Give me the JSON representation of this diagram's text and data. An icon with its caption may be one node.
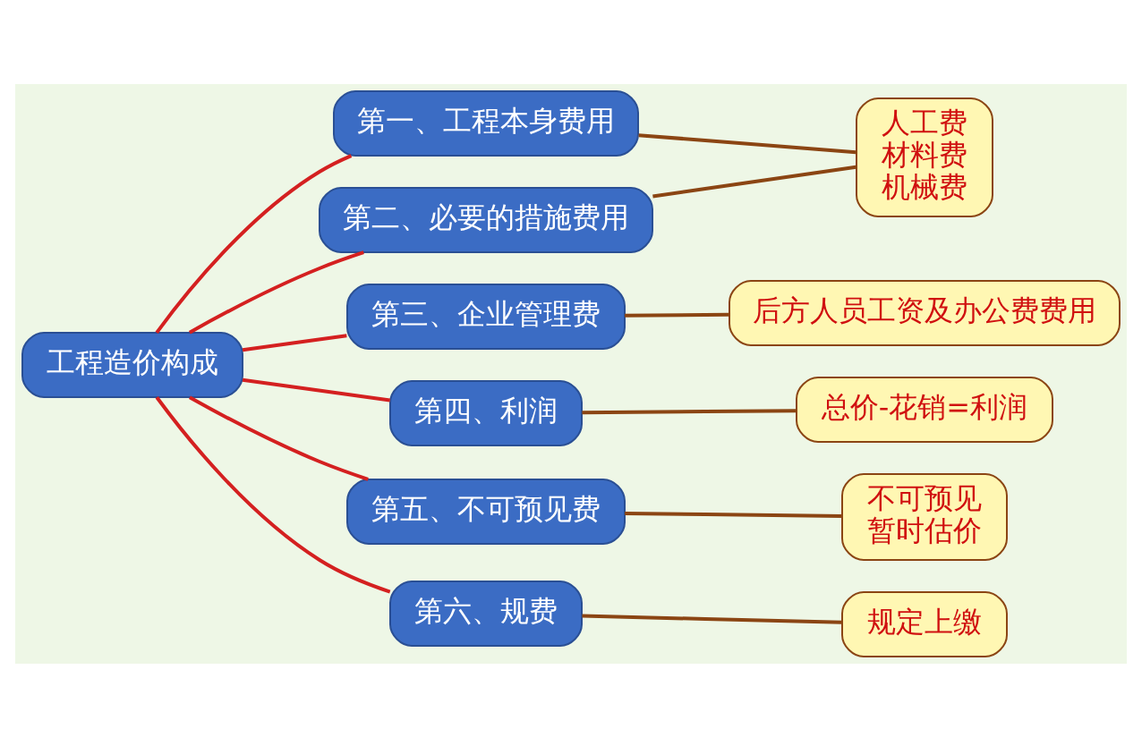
{
  "diagram": {
    "nodes": [
      {
        "text": [
          "工程造价构成"
        ]
      },
      {
        "text": [
          "第一、工程本身费用"
        ]
      },
      {
        "text": [
          "第二、必要的措施费用"
        ]
      },
      {
        "text": [
          "第三、企业管理费"
        ]
      },
      {
        "text": [
          "第四、利润"
        ]
      },
      {
        "text": [
          "第五、不可预见费"
        ]
      },
      {
        "text": [
          "第六、规费"
        ]
      },
      {
        "text": [
          "人工费",
          "材料费",
          "机械费"
        ]
      },
      {
        "text": [
          "后方人员工资及办公费费用"
        ]
      },
      {
        "text": [
          "总价-花销=利润"
        ]
      },
      {
        "text": [
          "不可预见",
          "暂时估价"
        ]
      },
      {
        "text": [
          "规定上缴"
        ]
      }
    ],
    "edges": [
      {
        "from": 0,
        "to": 1,
        "arrow": "none",
        "color": "#d42020"
      },
      {
        "from": 0,
        "to": 2,
        "arrow": "none",
        "color": "#d42020"
      },
      {
        "from": 0,
        "to": 3,
        "arrow": "none",
        "color": "#d42020"
      },
      {
        "from": 0,
        "to": 4,
        "arrow": "none",
        "color": "#d42020"
      },
      {
        "from": 0,
        "to": 5,
        "arrow": "none",
        "color": "#d42020"
      },
      {
        "from": 0,
        "to": 6,
        "arrow": "none",
        "color": "#d42020"
      },
      {
        "from": 1,
        "to": 7,
        "arrow": "none",
        "color": "#8b4513"
      },
      {
        "from": 2,
        "to": 7,
        "arrow": "none",
        "color": "#8b4513"
      },
      {
        "from": 3,
        "to": 8,
        "arrow": "none",
        "color": "#8b4513"
      },
      {
        "from": 4,
        "to": 9,
        "arrow": "none",
        "color": "#8b4513"
      },
      {
        "from": 5,
        "to": 10,
        "arrow": "none",
        "color": "#8b4513"
      },
      {
        "from": 6,
        "to": 11,
        "arrow": "none",
        "color": "#8b4513"
      }
    ]
  }
}
